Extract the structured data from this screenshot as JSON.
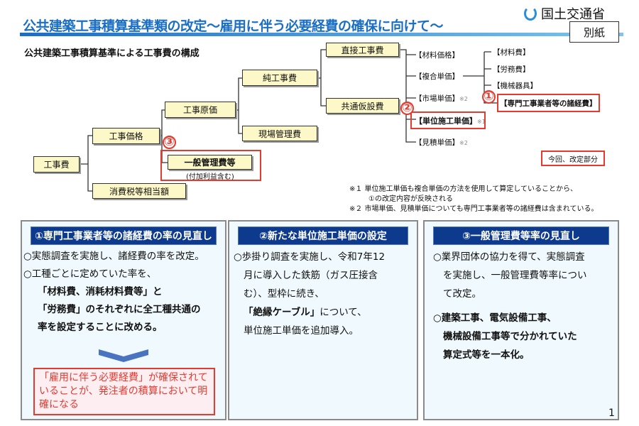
{
  "header": {
    "title": "公共建築工事積算基準類の改定～雇用に伴う必要経費の確保に向けて～",
    "ministry": "国土交通省",
    "attachment_label": "別紙"
  },
  "diagram": {
    "subtitle": "公共建築工事積算基準による工事費の構成",
    "boxes": {
      "kojihi": "工事費",
      "kojikakaku": "工事価格",
      "shohizei": "消費税等相当額",
      "kojigenka": "工事原価",
      "ippan": "一般管理費等",
      "ippan_note": "(付加利益含む)",
      "junkojihi": "純工事費",
      "genba": "現場管理費",
      "chokusetsu": "直接工事費",
      "kyotsu": "共通仮設費"
    },
    "items": [
      "【材料価格】",
      "【複合単価】",
      "【市場単価】",
      "【単位施工単価】",
      "【見積単価】"
    ],
    "item_marks": {
      "shijo": "※2",
      "tani": "※1",
      "mitsumori": "※2"
    },
    "subitems": [
      "【材料費】",
      "【労務費】",
      "【機械器具】",
      "【専門工事業者等の諸経費】"
    ],
    "markers": [
      "①",
      "②",
      "③"
    ],
    "legend": "今回、改定部分",
    "notes": [
      "※１ 単位施工単価も複合単価の方法を使用して算定していることから、",
      "①の改定内容が反映される",
      "※２ 市場単価、見積単価についても専門工事業者等の諸経費は含まれている。"
    ]
  },
  "panels": [
    {
      "title": "①専門工事業者等の諸経費の率の見直し",
      "lines": [
        "○実態調査を実施し、諸経費の率を改定。",
        "○工種ごとに定めていた率を、"
      ],
      "bold": [
        "「材料費、消耗材料費等」と",
        "「労務費」のそれぞれに全工種共通の",
        "率を設定することに改める。"
      ],
      "result": "「雇用に伴う必要経費」が確保されていることが、発注者の積算において明確になる"
    },
    {
      "title": "②新たな単位施工単価の設定",
      "lines": [
        "○歩掛り調査を実施し、令和7年12",
        "月に導入した鉄筋（ガス圧接含",
        "む）、型枠に続き、"
      ],
      "bold_part": "「絶縁ケーブル」",
      "after_bold": "について、",
      "last": "単位施工単価を追加導入。"
    },
    {
      "title": "③一般管理費等率の見直し",
      "lines": [
        "○業界団体の協力を得て、実態調査",
        "を実施し、一般管理費等率につい",
        "て改定。"
      ],
      "bold": [
        "○建築工事、電気設備工事、",
        "機械設備工事等で分かれていた",
        "算定式等を一本化。"
      ]
    }
  ],
  "page_number": "1",
  "colors": {
    "accent": "#0d3a8c",
    "highlight": "#e53a2f",
    "box": "#fdf8c8"
  }
}
